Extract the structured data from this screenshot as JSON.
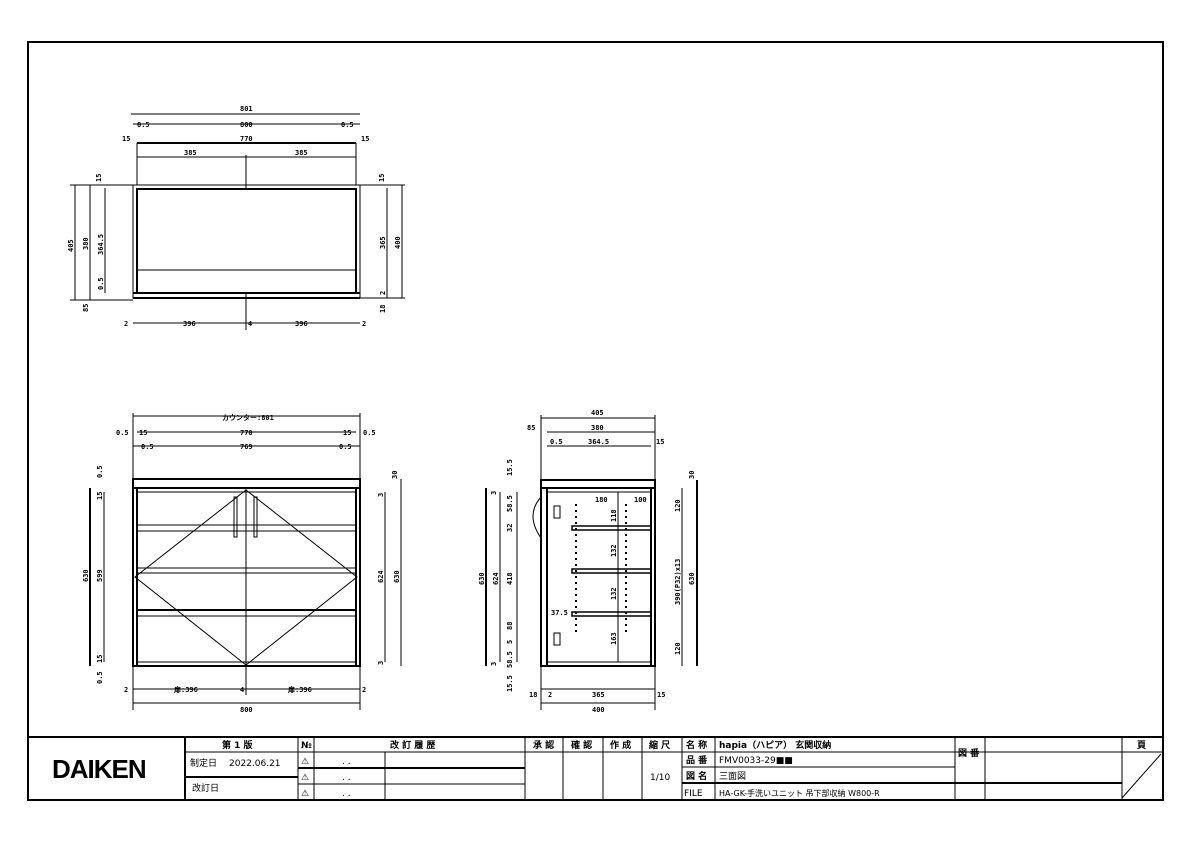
{
  "top_view": {
    "dims": [
      "801",
      "0.5",
      "800",
      "0.5",
      "15",
      "770",
      "15",
      "385",
      "385",
      "15",
      "15",
      "405",
      "380",
      "364.5",
      "0.5",
      "85",
      "365",
      "400",
      "2",
      "18",
      "2",
      "396",
      "4",
      "396",
      "2"
    ]
  },
  "front_view": {
    "dims": [
      "カウンター:801",
      "0.5",
      "15",
      "770",
      "15",
      "0.5",
      "0.5",
      "769",
      "0.5",
      "0.5",
      "30",
      "15",
      "630",
      "599",
      "15",
      "0.5",
      "3",
      "624",
      "630",
      "3",
      "2",
      "扉:396",
      "4",
      "扉:396",
      "2",
      "800"
    ]
  },
  "side_view": {
    "dims": [
      "405",
      "85",
      "380",
      "0.5",
      "364.5",
      "15",
      "15.5",
      "30",
      "3",
      "58.5",
      "32",
      "630",
      "624",
      "418",
      "180",
      "100",
      "118",
      "120",
      "132",
      "132",
      "390(P32)x13",
      "630",
      "37.5",
      "163",
      "120",
      "88",
      "5",
      "58.5",
      "3",
      "15.5",
      "18",
      "2",
      "365",
      "15",
      "400"
    ]
  },
  "title_block": {
    "logo": "DAIKEN",
    "edition": "第 1 版",
    "established_label": "制定日",
    "established_date": "2022.06.21",
    "revised_label": "改訂日",
    "no_label": "№",
    "revision_history": "改 訂 履 歴",
    "rev_dates": [
      ". .",
      ". .",
      ". ."
    ],
    "approved": "承 認",
    "checked": "確 認",
    "created": "作 成",
    "scale_label": "縮 尺",
    "scale": "1/10",
    "name_label": "名 称",
    "name": "hapia（ハピア） 玄関収納",
    "part_label": "品 番",
    "part": "FMV0033-29■■",
    "drawing_name_label": "図 名",
    "drawing_name": "三面図",
    "file_label": "FILE",
    "file": "HA-GK-手洗いユニット 吊下部収納 W800-R",
    "drawing_no_label": "図 番",
    "page_label": "頁"
  }
}
